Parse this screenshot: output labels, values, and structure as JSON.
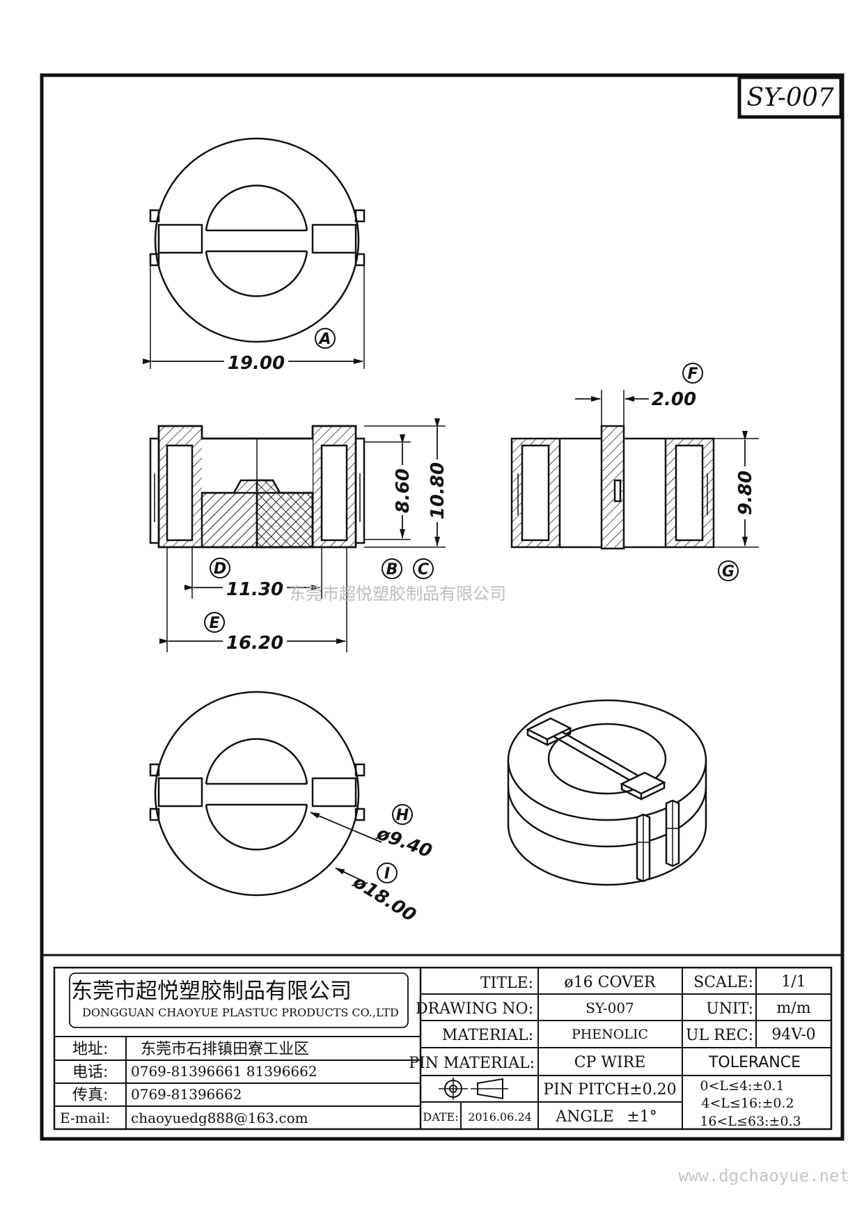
{
  "drawing_code": "SY-007",
  "top_view": {
    "dim_outer": "19.00",
    "label_outer": "A"
  },
  "front_view": {
    "dim_inner_height": "8.60",
    "dim_total_height": "10.80",
    "label_inner_height": "B",
    "label_total_height": "C",
    "dim_inner_width": "11.30",
    "label_inner_width": "D",
    "dim_outer_width": "16.20",
    "label_outer_width": "E"
  },
  "side_view": {
    "dim_slot": "2.00",
    "label_slot": "F",
    "dim_height": "9.80",
    "label_height": "G"
  },
  "bottom_view": {
    "dim_inner_dia": "ø9.40",
    "label_inner_dia": "H",
    "dim_outer_dia": "ø18.00",
    "label_outer_dia": "I"
  },
  "watermark_center": "东莞市超悦塑胶制品有限公司",
  "watermark_url": "www.dgchaoyue.net",
  "title_block": {
    "company_cn": "东莞市超悦塑胶制品有限公司",
    "company_en": "DONGGUAN CHAOYUE PLASTUC PRODUCTS CO.,LTD",
    "address_label": "地址:",
    "address_value": "东莞市石排镇田寮工业区",
    "phone_label": "电话:",
    "phone_value": "0769-81396661  81396662",
    "fax_label": "传真:",
    "fax_value": "0769-81396662",
    "email_label": "E-mail:",
    "email_value": "chaoyuedg888@163.com",
    "title_label": "TITLE:",
    "title_value": "ø16 COVER",
    "drawing_no_label": "DRAWING NO:",
    "drawing_no_value": "SY-007",
    "material_label": "MATERIAL:",
    "material_value": "PHENOLIC",
    "pin_material_label": "PIN MATERIAL:",
    "pin_material_value": "CP WIRE",
    "pin_pitch": "PIN PITCH±0.20",
    "angle_label": "ANGLE",
    "angle_value": "±1°",
    "date_label": "DATE:",
    "date_value": "2016.06.24",
    "scale_label": "SCALE:",
    "scale_value": "1/1",
    "unit_label": "UNIT:",
    "unit_value": "m/m",
    "ul_label": "UL REC:",
    "ul_value": "94V-0",
    "tolerance_label": "TOLERANCE",
    "tolerance_rows": [
      "0<L≤4:±0.1",
      "4<L≤16:±0.2",
      "16<L≤63:±0.3"
    ]
  }
}
